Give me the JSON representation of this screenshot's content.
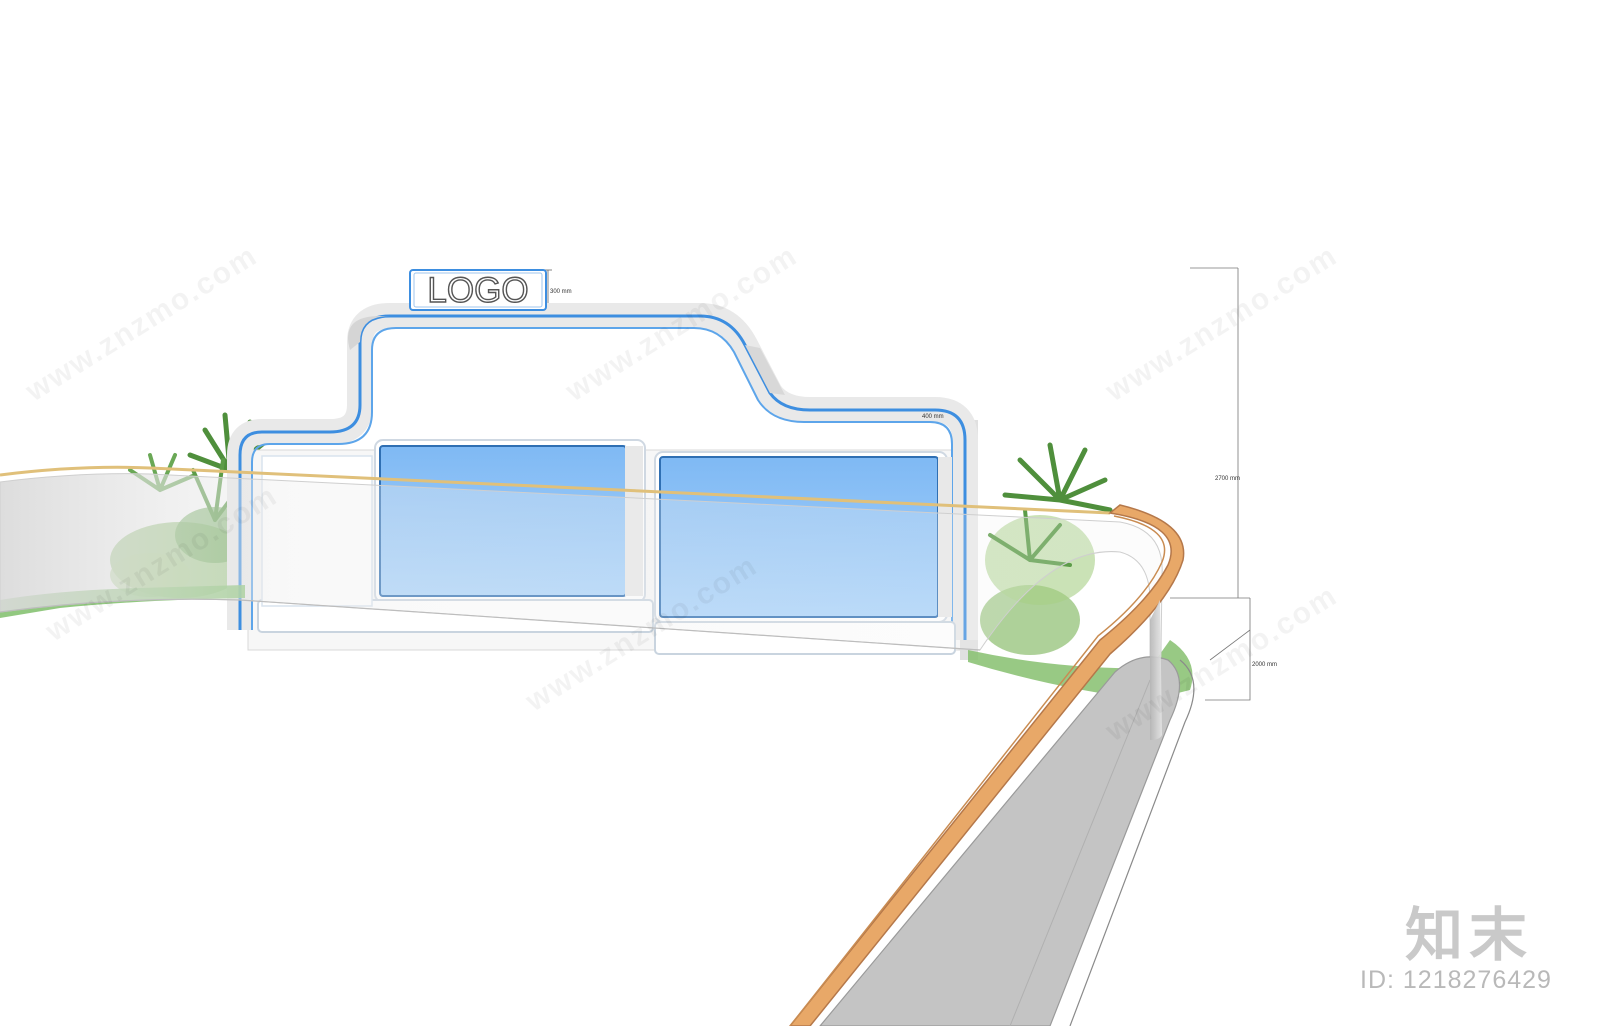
{
  "sign": {
    "logo_text": "LOGO"
  },
  "dimensions": {
    "logo_height": "300 mm",
    "frame_offset": "400 mm",
    "total_height": "2700 mm",
    "wall_height": "2000 mm"
  },
  "watermark": {
    "brand": "知末",
    "id_text": "ID: 1218276429",
    "site_text": "www.znzmo.com"
  },
  "colors": {
    "sign_blue": "#3d8ee0",
    "panel_blue": "#8cc3f7",
    "handrail_orange": "#e8a868",
    "grass_green": "#7fbe6a",
    "road_gray": "#c4c4c4"
  }
}
